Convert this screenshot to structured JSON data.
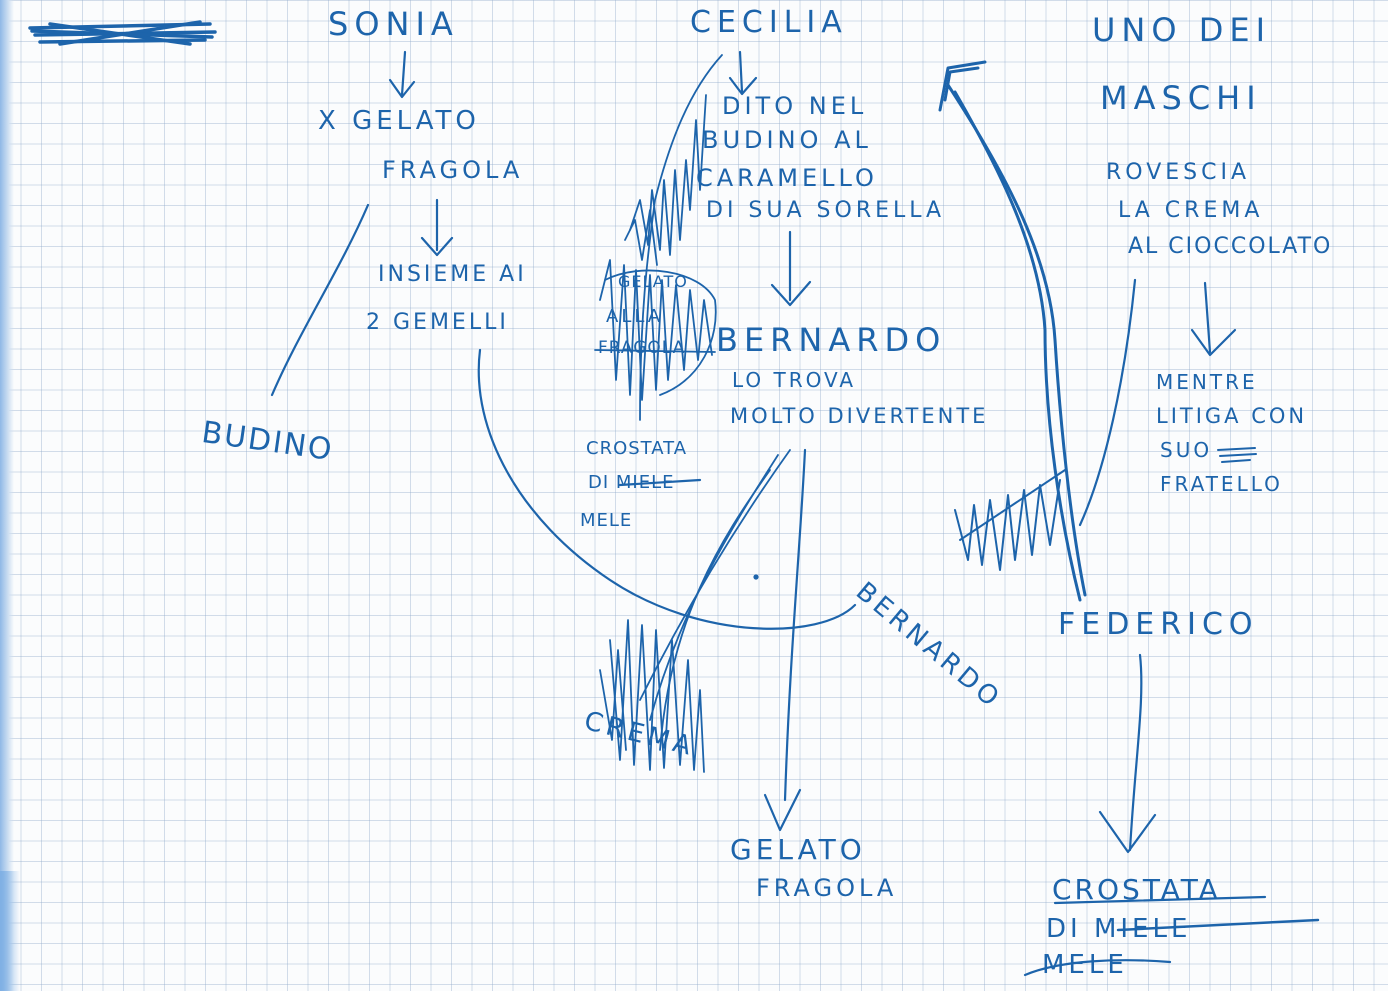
{
  "colors": {
    "ink": "#1d64ab",
    "paper": "#fbfcfd",
    "grid": "#96afcd"
  },
  "names": {
    "sonia": "SONIA",
    "cecilia": "CECILIA",
    "uno_dei": "UNO DEI",
    "maschi": "MASCHI",
    "bernardo_mid": "BERNARDO",
    "bernardo_rot": "BERNARDO",
    "federico": "FEDERICO"
  },
  "notes": {
    "x_gelato": "X GELATO",
    "fragola": "FRAGOLA",
    "insieme": "INSIEME AI",
    "gemelli": "2 GEMELLI",
    "alla": "ALLA",
    "fragola_over": "FRAGOLA",
    "gelato_over": "GELATO",
    "dito_1": "DITO NEL",
    "dito_2": "BUDINO AL",
    "dito_3": "CARAMELLO",
    "dito_4": "DI SUA SORELLA",
    "lo_trova": "LO TROVA",
    "molto": "MOLTO DIVERTENTE",
    "rovescia": "ROVESCIA",
    "la_crema": "LA CREMA",
    "al_cioccolato": "AL CIOCCOLATO",
    "mentre": "MENTRE",
    "litiga": "LITIGA CON",
    "suo": "SUO",
    "fratello": "FRATELLO"
  },
  "desserts": {
    "budino": "BUDINO",
    "crostata_left_1": "CROSTATA",
    "crostata_left_2": "DI MIELE",
    "crostata_left_3": "MELE",
    "crema": "CREMA",
    "gelato_bottom": "GELATO",
    "fragola_bottom": "FRAGOLA",
    "crostata_right_1": "CROSTATA",
    "crostata_right_2": "DI MIELE",
    "crostata_right_3": "MELE"
  }
}
